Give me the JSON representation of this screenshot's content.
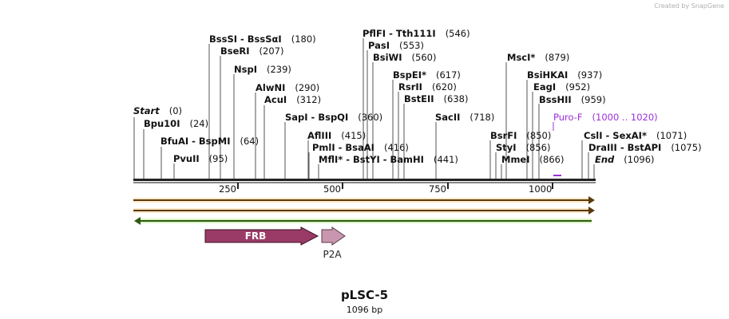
{
  "credit": "Created by SnapGene",
  "plasmid": {
    "name": "pLSC-5",
    "length_label": "1096 bp"
  },
  "ruler_ticks": [
    "250",
    "500",
    "750",
    "1000"
  ],
  "enzymes": [
    {
      "name": "Start",
      "pos": "(0)",
      "style": "italic"
    },
    {
      "name": "Bpu10I",
      "pos": "(24)"
    },
    {
      "name": "BfuAI - BspMI",
      "pos": "(64)"
    },
    {
      "name": "PvuII",
      "pos": "(95)"
    },
    {
      "name": "BssSI - BssSαI",
      "pos": "(180)"
    },
    {
      "name": "BseRI",
      "pos": "(207)"
    },
    {
      "name": "NspI",
      "pos": "(239)"
    },
    {
      "name": "AlwNI",
      "pos": "(290)"
    },
    {
      "name": "AcuI",
      "pos": "(312)"
    },
    {
      "name": "SapI - BspQI",
      "pos": "(360)"
    },
    {
      "name": "AflIII",
      "pos": "(415)"
    },
    {
      "name": "PmlI - BsaAI",
      "pos": "(416)"
    },
    {
      "name": "MflI* - BstYI - BamHI",
      "pos": "(441)"
    },
    {
      "name": "PflFI - Tth111I",
      "pos": "(546)"
    },
    {
      "name": "PasI",
      "pos": "(553)"
    },
    {
      "name": "BsiWI",
      "pos": "(560)"
    },
    {
      "name": "BspEI*",
      "pos": "(617)"
    },
    {
      "name": "RsrII",
      "pos": "(620)"
    },
    {
      "name": "BstEII",
      "pos": "(638)"
    },
    {
      "name": "SacII",
      "pos": "(718)"
    },
    {
      "name": "BsrFI",
      "pos": "(850)"
    },
    {
      "name": "StyI",
      "pos": "(856)"
    },
    {
      "name": "MmeI",
      "pos": "(866)"
    },
    {
      "name": "MscI*",
      "pos": "(879)"
    },
    {
      "name": "BsiHKAI",
      "pos": "(937)"
    },
    {
      "name": "EagI",
      "pos": "(952)"
    },
    {
      "name": "BssHII",
      "pos": "(959)"
    },
    {
      "name": "CslI - SexAI*",
      "pos": "(1071)"
    },
    {
      "name": "DraIII - BstAPI",
      "pos": "(1075)"
    },
    {
      "name": "End",
      "pos": "(1096)",
      "style": "italic"
    }
  ],
  "primer": {
    "name": "Puro-F",
    "range": "(1000 .. 1020)",
    "color": "#9b30d9"
  },
  "features": [
    {
      "name": "FRB",
      "color": "#9a3a66"
    },
    {
      "name": "P2A",
      "color": "#c996b0"
    }
  ],
  "colors": {
    "backbone": "#222222",
    "orf_orange": "#f5a623",
    "orf_green": "#8fd14f"
  }
}
